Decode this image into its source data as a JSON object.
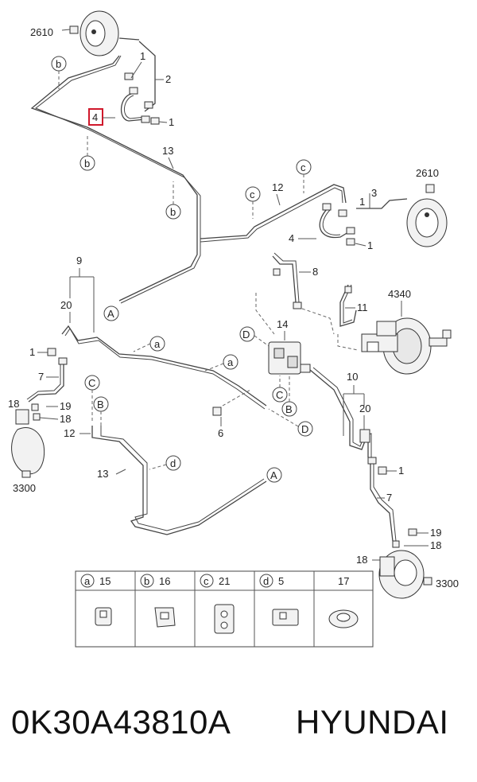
{
  "callouts": {
    "c2610a": "2610",
    "c2610b": "2610",
    "c4340": "4340",
    "c3300a": "3300",
    "c3300b": "3300",
    "n1": "1",
    "n2": "2",
    "n3": "3",
    "n4": "4",
    "n5": "5",
    "n6": "6",
    "n7": "7",
    "n8": "8",
    "n9": "9",
    "n10": "10",
    "n11": "11",
    "n12": "12",
    "n13": "13",
    "n14": "14",
    "n15": "15",
    "n16": "16",
    "n17": "17",
    "n18": "18",
    "n19": "19",
    "n20": "20",
    "n21": "21"
  },
  "refs": {
    "a": "a",
    "b": "b",
    "c": "c",
    "d": "d",
    "A": "A",
    "B": "B",
    "C": "C",
    "D": "D"
  },
  "legend": [
    {
      "ref": "a",
      "num": "15"
    },
    {
      "ref": "b",
      "num": "16"
    },
    {
      "ref": "c",
      "num": "21"
    },
    {
      "ref": "d",
      "num": "5"
    },
    {
      "ref": "",
      "num": "17"
    }
  ],
  "highlight_color": "#d0182b",
  "footer": {
    "part_number": "0K30A43810A",
    "brand": "HYUNDAI"
  }
}
